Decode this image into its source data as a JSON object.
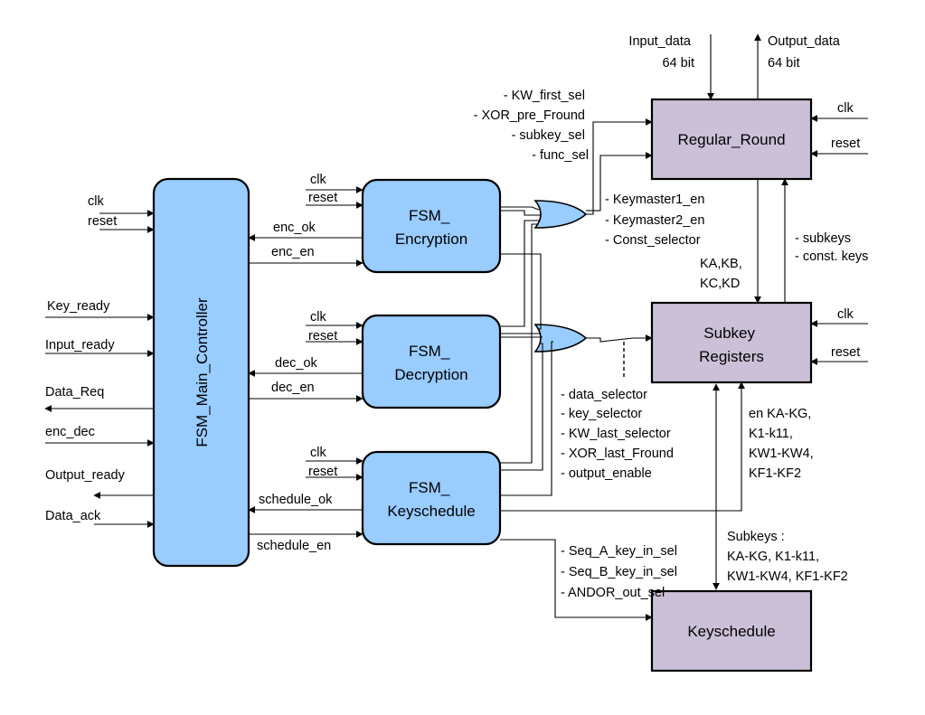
{
  "colors": {
    "fsm_fill": "#99ccff",
    "register_fill": "#cbc0d8",
    "wire": "#000000"
  },
  "blocks": {
    "main_controller": "FSM_Main_Controller",
    "encryption": [
      "FSM_",
      "Encryption"
    ],
    "decryption": [
      "FSM_",
      "Decryption"
    ],
    "keyschedule_fsm": [
      "FSM_",
      "Keyschedule"
    ],
    "regular_round": "Regular_Round",
    "subkey_registers": [
      "Subkey",
      "Registers"
    ],
    "keyschedule": "Keyschedule"
  },
  "main_inputs": {
    "clk": "clk",
    "reset": "reset",
    "key_ready": "Key_ready",
    "input_ready": "Input_ready",
    "data_req": "Data_Req",
    "enc_dec": "enc_dec",
    "output_ready": "Output_ready",
    "data_ack": "Data_ack"
  },
  "fsm_signals": {
    "enc_clk": "clk",
    "enc_reset": "reset",
    "enc_ok": "enc_ok",
    "enc_en": "enc_en",
    "dec_clk": "clk",
    "dec_reset": "reset",
    "dec_ok": "dec_ok",
    "dec_en": "dec_en",
    "ks_clk": "clk",
    "ks_reset": "reset",
    "schedule_ok": "schedule_ok",
    "schedule_en": "schedule_en"
  },
  "regular_round_io": {
    "input_data": [
      "Input_data",
      "64 bit"
    ],
    "output_data": [
      "Output_data",
      "64 bit"
    ],
    "clk": "clk",
    "reset": "reset",
    "controls": [
      "- KW_first_sel",
      "- XOR_pre_Fround",
      "- subkey_sel",
      "- func_sel"
    ]
  },
  "subkey_io": {
    "controls": [
      "- Keymaster1_en",
      "- Keymaster2_en",
      "- Const_selector"
    ],
    "down_keys": [
      "KA,KB,",
      "KC,KD"
    ],
    "up_keys": [
      "- subkeys",
      "- const. keys"
    ],
    "clk": "clk",
    "reset": "reset",
    "enables": [
      "en KA-KG,",
      "K1-k11,",
      "KW1-KW4,",
      "KF1-KF2"
    ],
    "subkeys": [
      "Subkeys :",
      "KA-KG, K1-k11,",
      "KW1-KW4, KF1-KF2"
    ]
  },
  "selectors": [
    "- data_selector",
    "- key_selector",
    "- KW_last_selector",
    "- XOR_last_Fround",
    "- output_enable"
  ],
  "keyschedule_controls": [
    "- Seq_A_key_in_sel",
    "- Seq_B_key_in_sel",
    "- ANDOR_out_sel"
  ]
}
